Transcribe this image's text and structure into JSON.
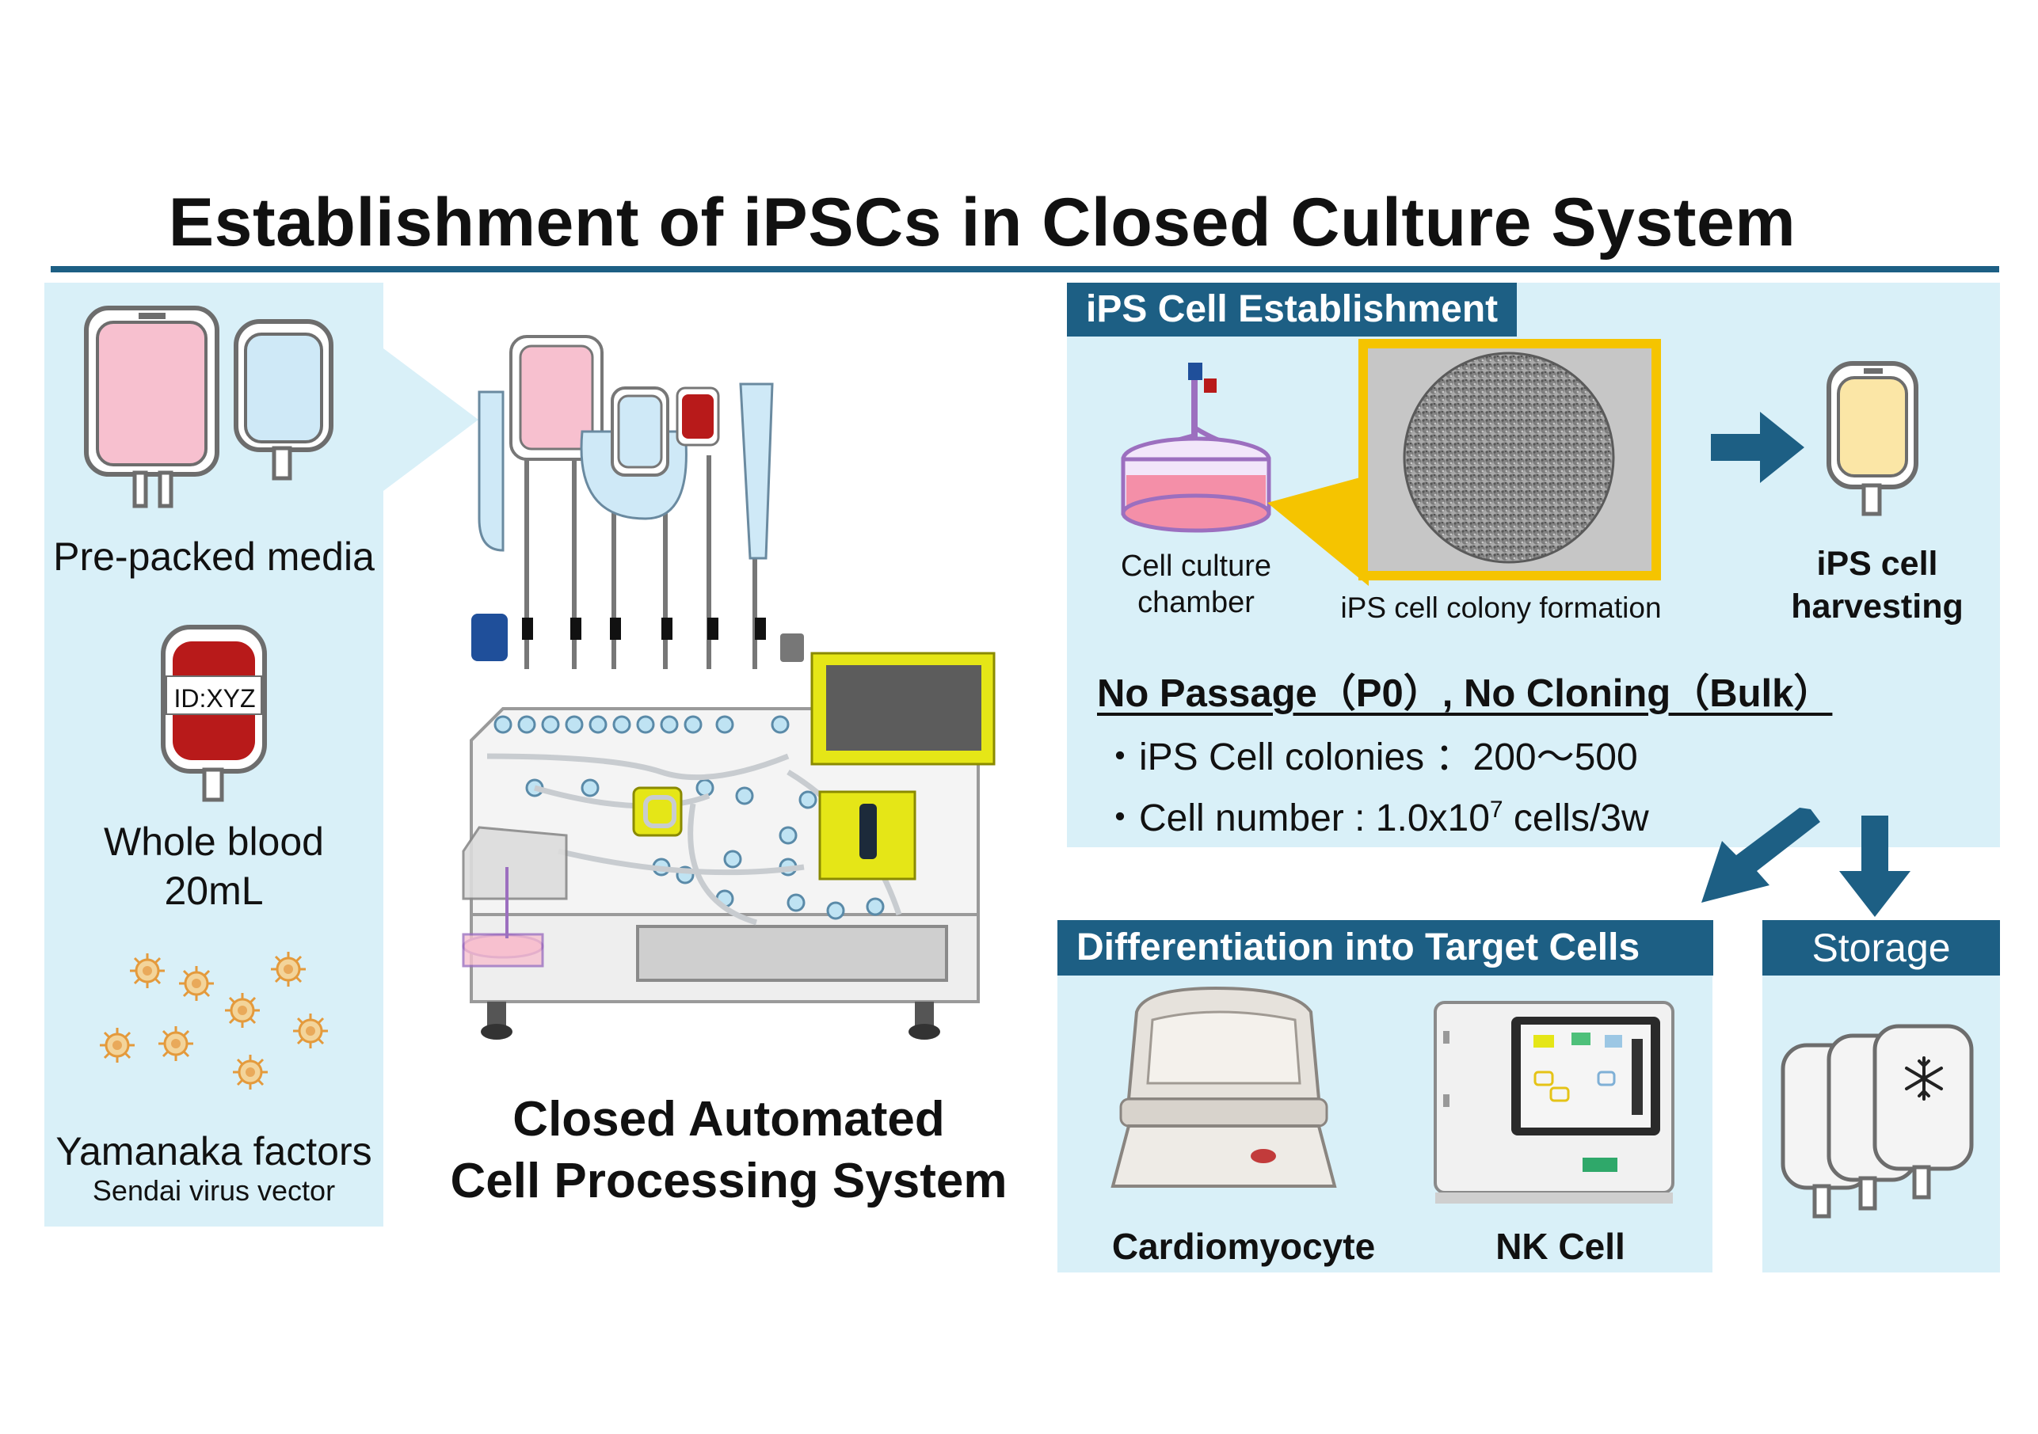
{
  "title": "Establishment of iPSCs in Closed Culture System",
  "left_panel": {
    "media_label": "Pre-packed media",
    "blood_bag_tag": "ID:XYZ",
    "blood_label_line1": "Whole blood",
    "blood_label_line2": "20mL",
    "factors_label": "Yamanaka factors",
    "vector_label": "Sendai virus vector"
  },
  "center": {
    "system_line1": "Closed Automated",
    "system_line2": "Cell Processing System"
  },
  "establishment": {
    "header": "iPS Cell Establishment",
    "chamber_line1": "Cell culture",
    "chamber_line2": "chamber",
    "colony_label": "iPS cell colony formation",
    "harvest_line1": "iPS cell",
    "harvest_line2": "harvesting",
    "passage_text": "No Passage（P0）, No Cloning（Bulk）",
    "colonies_text": "・iPS Cell colonies ：200～500",
    "cellnum_prefix": "・Cell number : 1.0x10",
    "cellnum_exp": "7",
    "cellnum_suffix": " cells/3w"
  },
  "differentiation": {
    "header": "Differentiation into Target Cells",
    "cardio_label": "Cardiomyocyte",
    "nk_label": "NK Cell"
  },
  "storage": {
    "header": "Storage"
  },
  "colors": {
    "accent": "#1d5f84",
    "panel": "#d9f0f8",
    "media_pink": "#f7c0cf",
    "media_blue": "#cfe9f7",
    "blood_red": "#b81a1a",
    "harvest_yellow": "#fbe6a6",
    "device_yellow": "#e5e617",
    "colony_frame": "#f5c400"
  }
}
